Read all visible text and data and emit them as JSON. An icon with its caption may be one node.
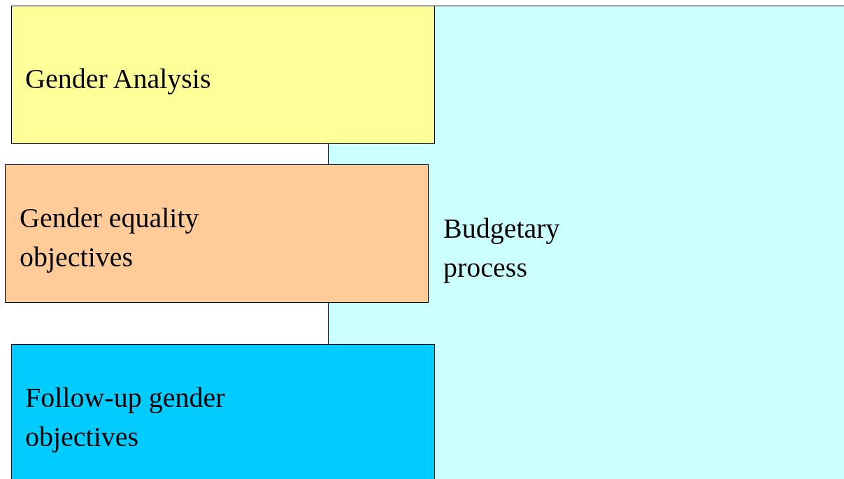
{
  "diagram": {
    "nodes": [
      {
        "text": [
          "Gender Analysis"
        ]
      },
      {
        "text": [
          "Gender equality objectives"
        ]
      },
      {
        "text": [
          "Follow-up gender objectives"
        ]
      },
      {
        "text": [
          "Budgetary process"
        ]
      }
    ]
  }
}
